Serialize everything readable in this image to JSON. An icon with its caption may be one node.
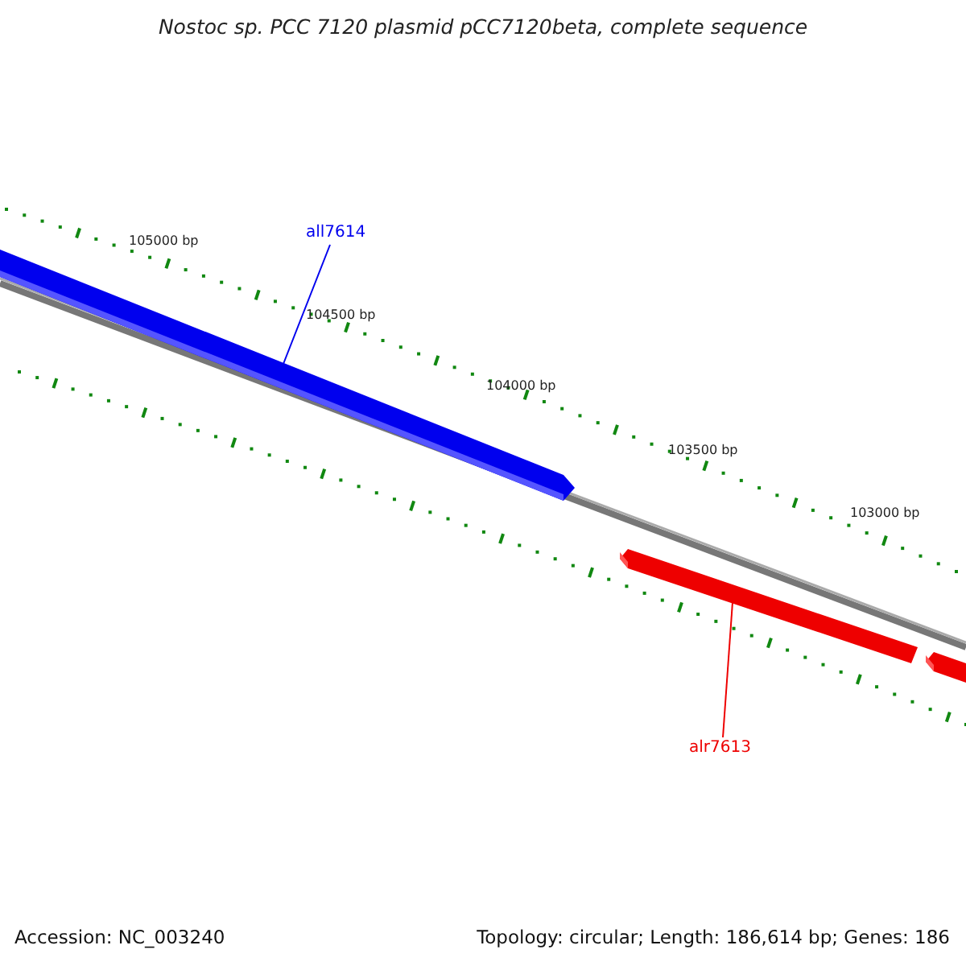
{
  "diagram": {
    "title": "Nostoc sp. PCC 7120 plasmid pCC7120beta, complete sequence",
    "nodes": [
      {
        "text": [
          "all7614"
        ]
      },
      {
        "text": [],
        "shape": "bar"
      },
      {
        "text": [
          "alr7613"
        ]
      },
      {
        "text": [],
        "shape": "bar"
      },
      {
        "text": [],
        "shape": "bar"
      }
    ],
    "edges": [
      {
        "from": 0,
        "to": 1,
        "arrow": "none",
        "color": "#0000ee"
      },
      {
        "from": 2,
        "to": 3,
        "arrow": "none",
        "color": "#ee0000"
      }
    ],
    "labels": [
      "105000 bp",
      "104500 bp",
      "104000 bp",
      "103500 bp",
      "103000 bp",
      "Accession: NC_003240",
      "Topology: circular; Length: 186,614 bp; Genes: 186"
    ]
  }
}
